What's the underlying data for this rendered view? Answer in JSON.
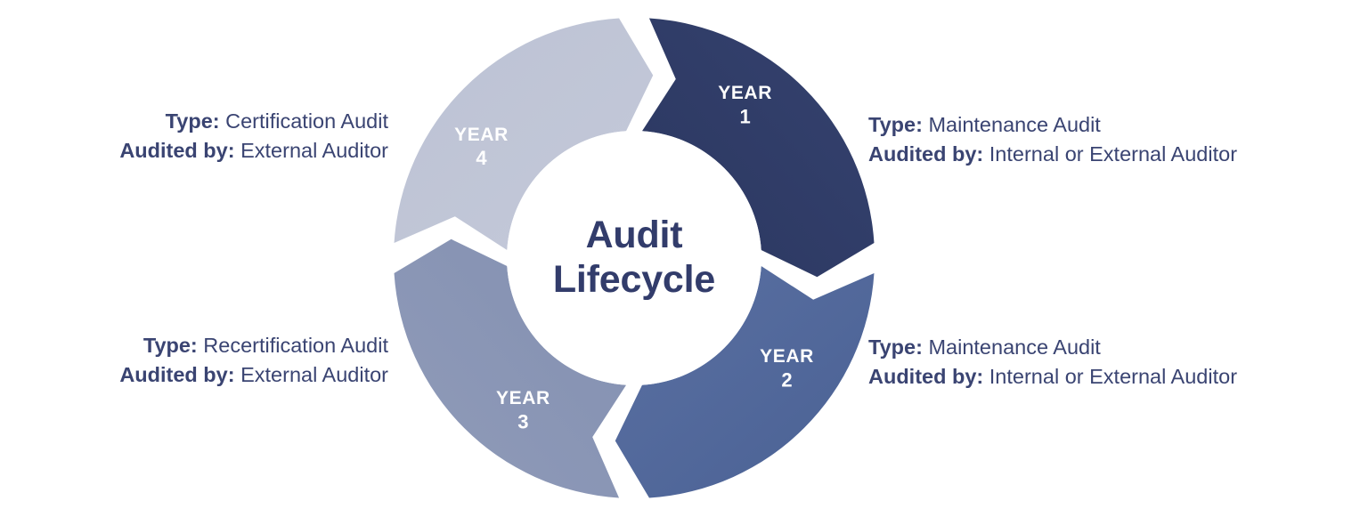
{
  "diagram": {
    "title": "Audit Lifecycle",
    "center": {
      "line1": "Audit",
      "line2": "Lifecycle"
    },
    "colors": {
      "year1": "#2e3a64",
      "year2": "#51689b",
      "year3": "#8894b4",
      "year4": "#c1c6d7",
      "text": "#3a4472",
      "center_text": "#323c6b",
      "segment_label": "#ffffff",
      "background": "#ffffff"
    },
    "segments": [
      {
        "id": "year1",
        "year_word": "YEAR",
        "year_number": "1",
        "type_key": "Type:",
        "type_value": "Certification Audit",
        "audited_key": "Audited by:",
        "audited_value": "External Auditor",
        "color": "#2e3a64",
        "position": "top-left"
      },
      {
        "id": "year2",
        "year_word": "YEAR",
        "year_number": "2",
        "type_key": "Type:",
        "type_value": "Maintenance Audit",
        "audited_key": "Audited by:",
        "audited_value": "Internal or External Auditor",
        "color": "#51689b",
        "position": "top-right"
      },
      {
        "id": "year3",
        "year_word": "YEAR",
        "year_number": "3",
        "type_key": "Type:",
        "type_value": "Maintenance Audit",
        "audited_key": "Audited by:",
        "audited_value": "Internal or External Auditor",
        "color": "#8894b4",
        "position": "bottom-right"
      },
      {
        "id": "year4",
        "year_word": "YEAR",
        "year_number": "4",
        "type_key": "Type:",
        "type_value": "Recertification Audit",
        "audited_key": "Audited by:",
        "audited_value": "External Auditor",
        "color": "#c1c6d7",
        "position": "bottom-left"
      }
    ]
  }
}
